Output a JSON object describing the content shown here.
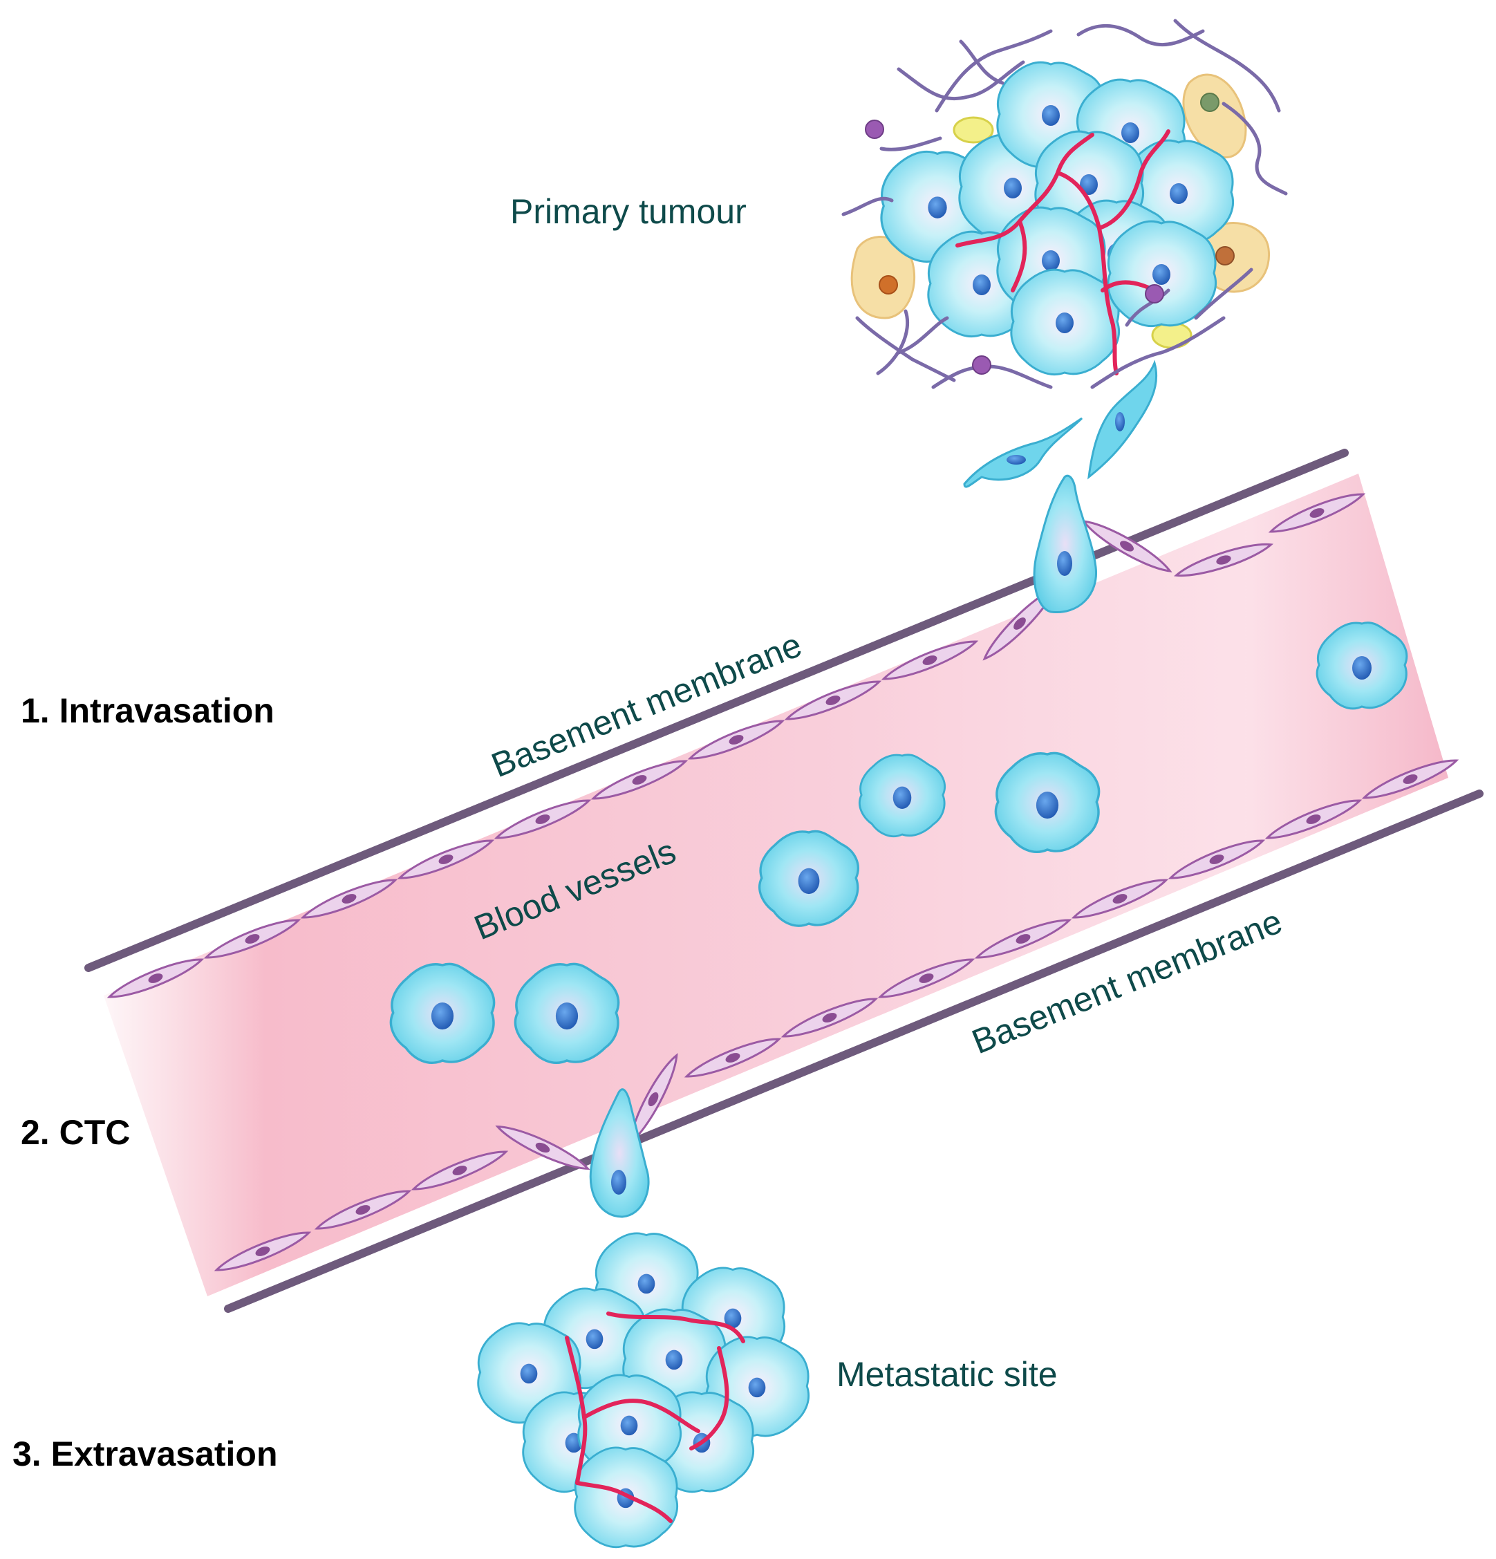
{
  "labels": {
    "primary_tumour": "Primary tumour",
    "basement_membrane_top": "Basement membrane",
    "basement_membrane_bottom": "Basement membrane",
    "blood_vessels": "Blood vessels",
    "metastatic_site": "Metastatic site"
  },
  "steps": {
    "intravasation": "1. Intravasation",
    "ctc": "2. CTC",
    "extravasation": "3. Extravasation"
  },
  "colors": {
    "vessel_lumen": "#f9c9d6",
    "membrane": "#6e5a7c",
    "endothelial_fill": "#ecd3ec",
    "endothelial_stroke": "#9b5aa4",
    "endothelial_nucleus": "#8a4d92",
    "tumour_cell": "#8ee0f0",
    "tumour_cell_stroke": "#3aaed0",
    "nucleus": "#2e6fc4",
    "vasculature": "#e2245a",
    "fibre": "#7a6aa8",
    "stromal_cell": "#f6dfa6",
    "label_text": "#0e4a4a",
    "step_text": "#000000"
  }
}
